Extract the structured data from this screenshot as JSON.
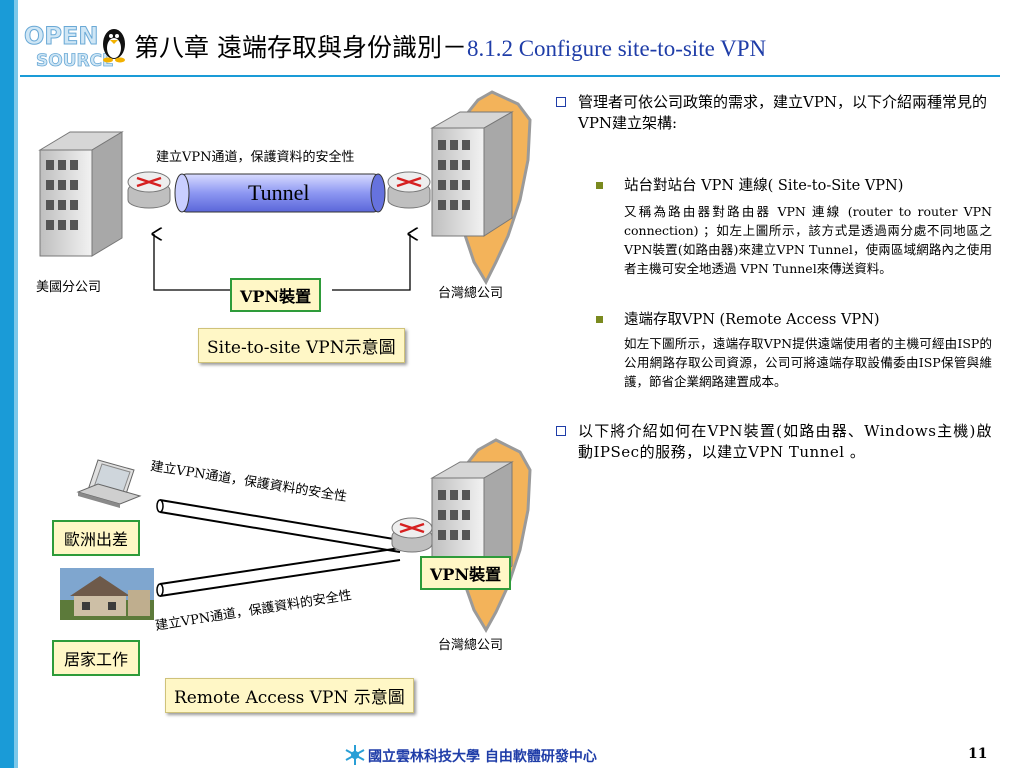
{
  "header": {
    "logo_text": "OPEN SOURCE",
    "title_zh": "第八章 遠端存取與身份識別－",
    "title_en": "8.1.2 Configure site-to-site VPN"
  },
  "diagram_top": {
    "tunnel_note": "建立VPN通道，保護資料的安全性",
    "tunnel_label": "Tunnel",
    "left_site": "美國分公司",
    "right_site": "台灣總公司",
    "vpn_device": "VPN裝置",
    "caption": "Site-to-site VPN示意圖"
  },
  "diagram_bottom": {
    "tunnel_note_1": "建立VPN通道，保護資料的安全性",
    "tunnel_note_2": "建立VPN通道，保護資料的安全性",
    "europe": "歐洲出差",
    "home": "居家工作",
    "vpn_device": "VPN裝置",
    "right_site": "台灣總公司",
    "caption": "Remote Access VPN 示意圖"
  },
  "content": {
    "bullet1": "管理者可依公司政策的需求，建立VPN，以下介紹兩種常見的VPN建立架構:",
    "sub1_title": "站台對站台 VPN 連線( Site-to-Site VPN)",
    "sub1_text": "又稱為路由器對路由器 VPN 連線 (router to router VPN connection) ；如左上圖所示，該方式是透過兩分處不同地區之VPN裝置(如路由器)來建立VPN Tunnel，使兩區域網路內之使用者主機可安全地透過 VPN Tunnel來傳送資料。",
    "sub2_title": "遠端存取VPN (Remote Access VPN)",
    "sub2_text": "如左下圖所示，遠端存取VPN提供遠端使用者的主機可經由ISP的公用網路存取公司資源，公司可將遠端存取設備委由ISP保管與維護，節省企業網路建置成本。",
    "bullet2": "以下將介紹如何在VPN裝置(如路由器、Windows主機)啟動IPSec的服務，以建立VPN Tunnel 。"
  },
  "footer": {
    "org": "國立雲林科技大學 自由軟體研發中心",
    "page": "11"
  },
  "colors": {
    "accent": "#1a9bd7",
    "title_en": "#1f3da8",
    "box_fill": "#fff7c6",
    "green_border": "#2e9b3a"
  }
}
